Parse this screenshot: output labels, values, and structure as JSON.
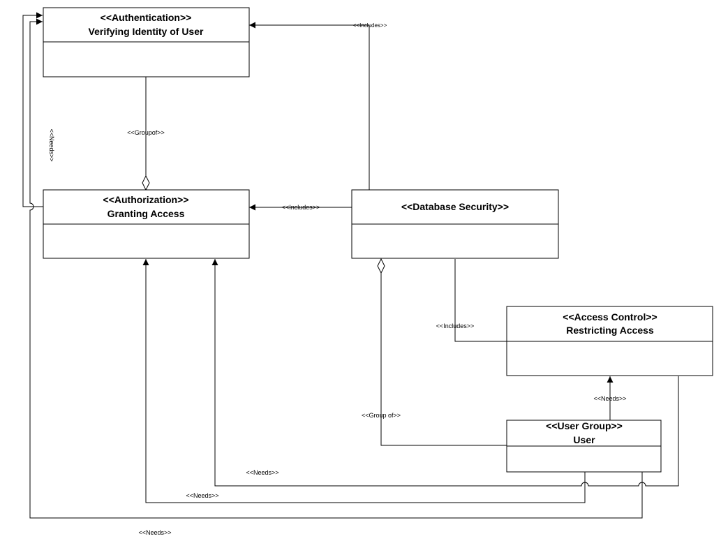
{
  "boxes": {
    "authentication": {
      "stereotype": "<<Authentication>>",
      "name": "Verifying Identity of User"
    },
    "authorization": {
      "stereotype": "<<Authorization>>",
      "name": "Granting Access"
    },
    "database_security": {
      "stereotype": "<<Database Security>>",
      "name": ""
    },
    "access_control": {
      "stereotype": "<<Access Control>>",
      "name": "Restricting Access"
    },
    "user_group": {
      "stereotype": "<<User Group>>",
      "name": "User"
    }
  },
  "labels": {
    "includes_top": "<<Includes>>",
    "includes_mid": "<<Includes>>",
    "includes_ac": "<<Includes>>",
    "groupof": "<<Groupof>>",
    "group_of": "<<Group of>>",
    "needs_vertical": "<<Needs>>",
    "needs_ac": "<<Needs>>",
    "needs_1": "<<Needs>>",
    "needs_2": "<<Needs>>",
    "needs_3": "<<Needs>>"
  }
}
